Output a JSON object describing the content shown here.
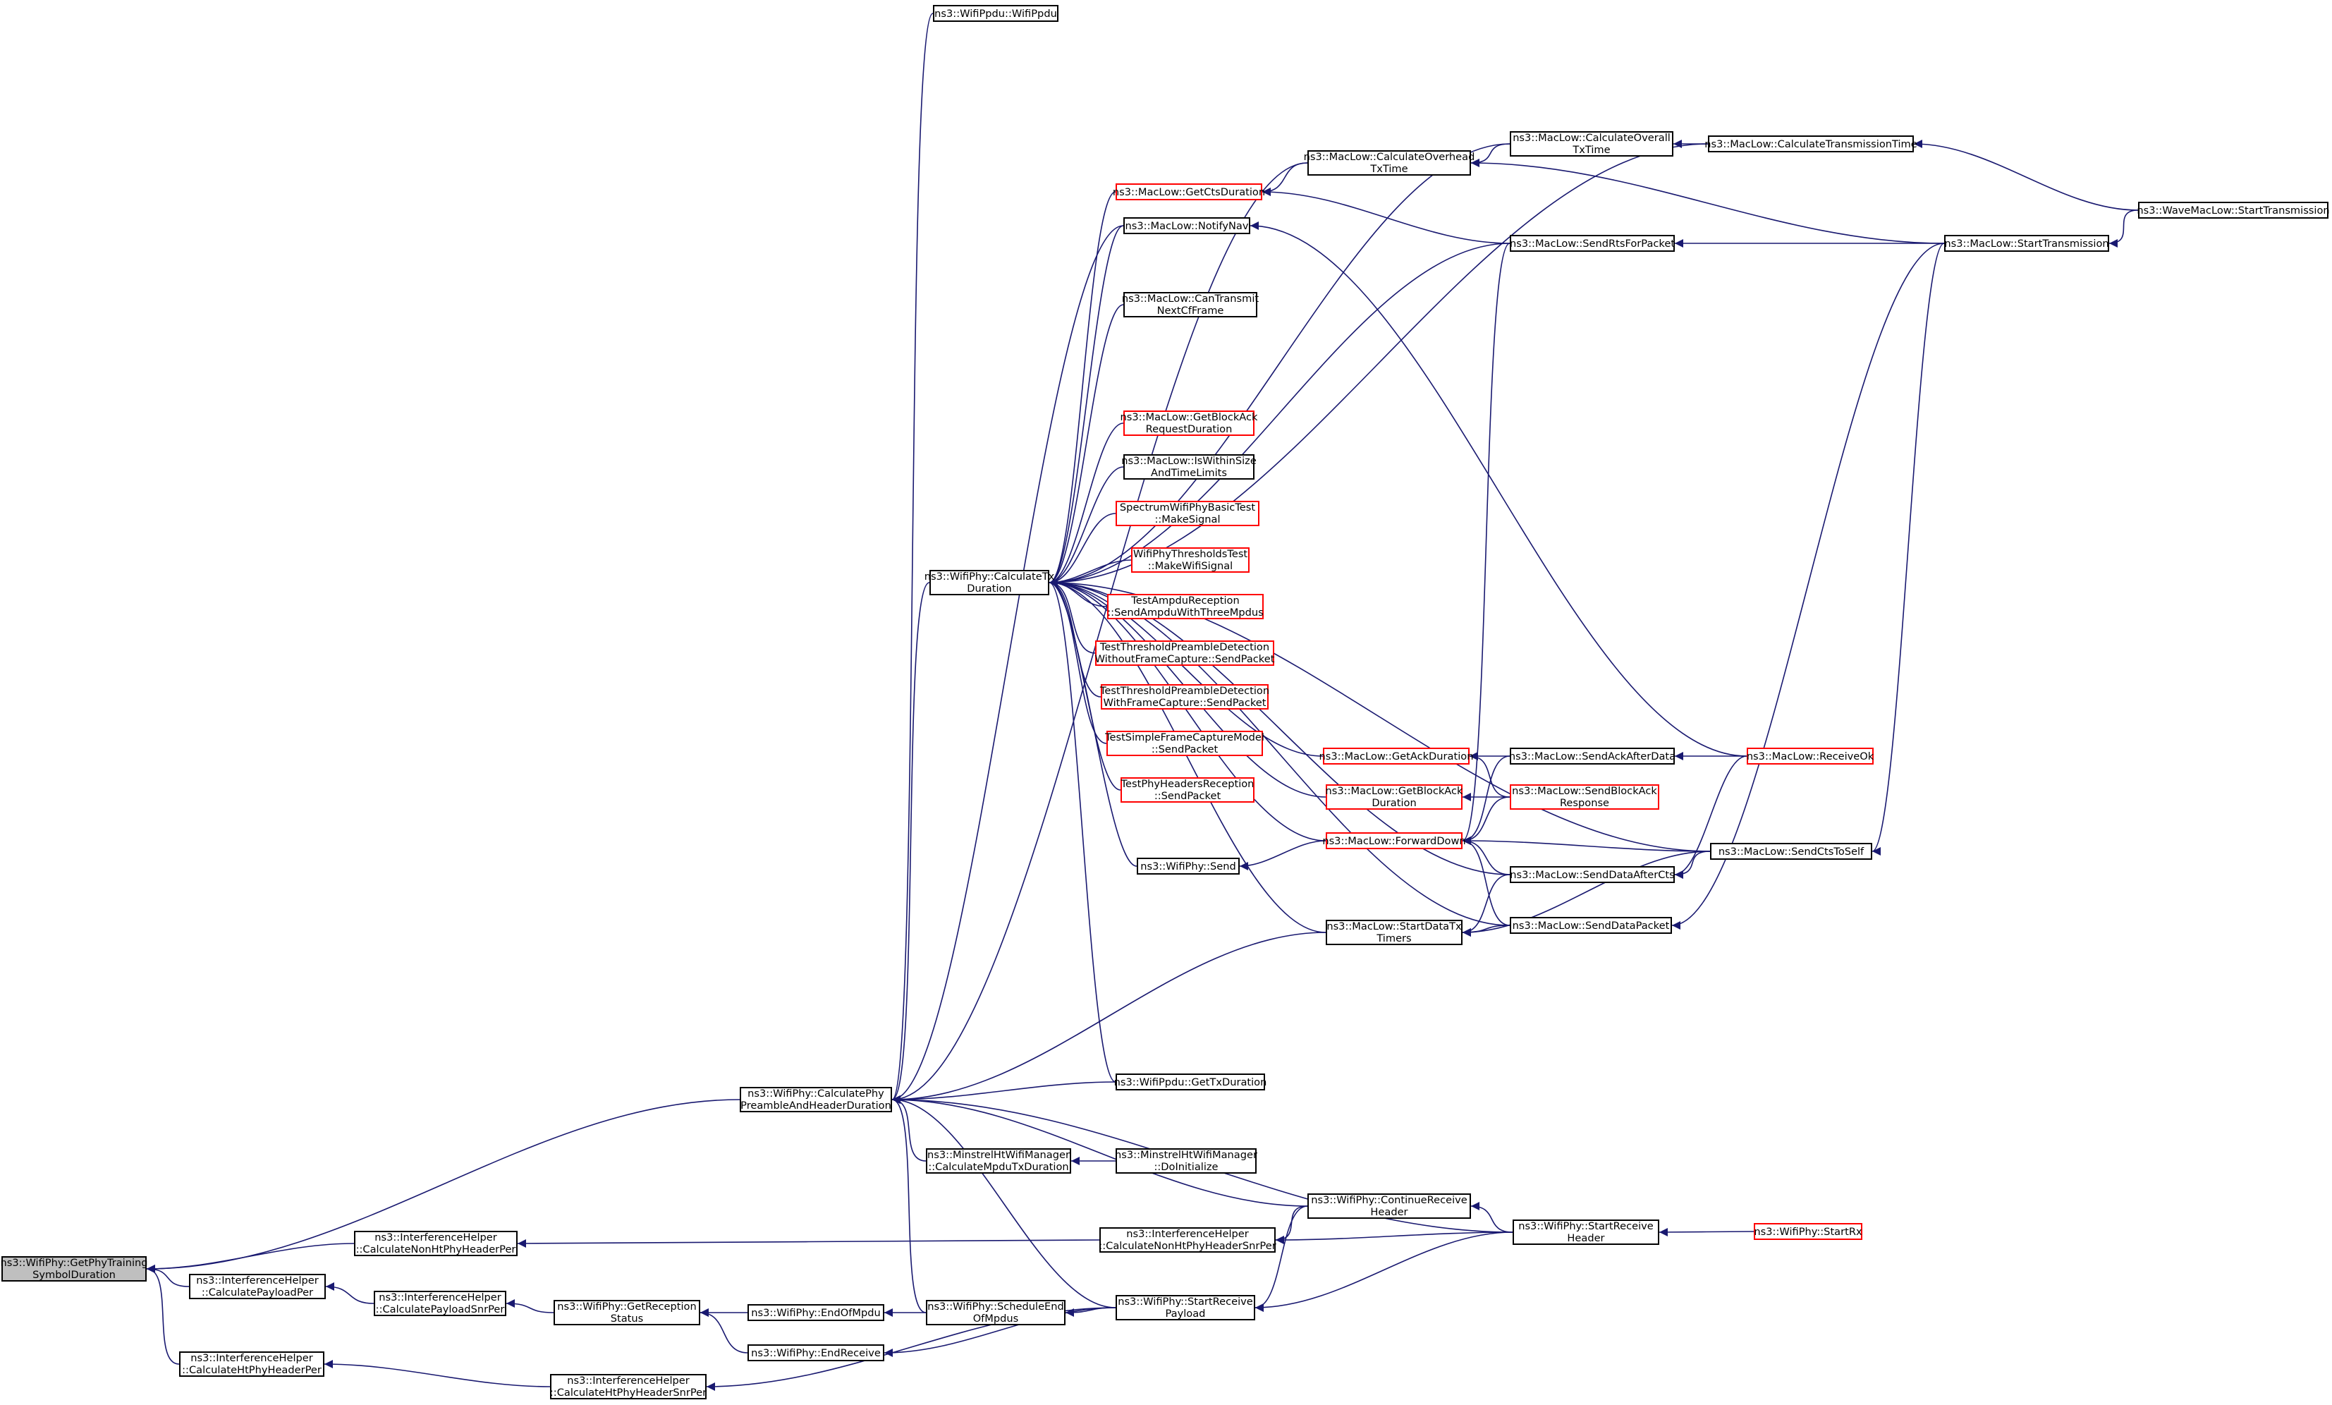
{
  "graph": {
    "colors": {
      "edge": "#191970",
      "border": "#000000",
      "border_truncated": "#ff0000",
      "root_fill": "#bfbfbf"
    },
    "nodes": [
      {
        "id": "n_root",
        "label": "ns3::WifiPhy::GetPhyTraining\nSymbolDuration",
        "style": "root"
      },
      {
        "id": "n_calcPreamble",
        "label": "ns3::WifiPhy::CalculatePhy\nPreambleAndHeaderDuration",
        "style": "normal"
      },
      {
        "id": "n_calcNonHtHeaderPer",
        "label": "ns3::InterferenceHelper\n::CalculateNonHtPhyHeaderPer",
        "style": "normal"
      },
      {
        "id": "n_calcPayloadPer",
        "label": "ns3::InterferenceHelper\n::CalculatePayloadPer",
        "style": "normal"
      },
      {
        "id": "n_calcHtHeaderPer",
        "label": "ns3::InterferenceHelper\n::CalculateHtPhyHeaderPer",
        "style": "normal"
      },
      {
        "id": "n_calcPayloadSnrPer",
        "label": "ns3::InterferenceHelper\n::CalculatePayloadSnrPer",
        "style": "normal"
      },
      {
        "id": "n_calcHtHeaderSnrPer",
        "label": "ns3::InterferenceHelper\n::CalculateHtPhyHeaderSnrPer",
        "style": "normal"
      },
      {
        "id": "n_getReceptionStatus",
        "label": "ns3::WifiPhy::GetReception\nStatus",
        "style": "normal"
      },
      {
        "id": "n_endOfMpdu",
        "label": "ns3::WifiPhy::EndOfMpdu",
        "style": "normal"
      },
      {
        "id": "n_endReceive",
        "label": "ns3::WifiPhy::EndReceive",
        "style": "normal"
      },
      {
        "id": "n_scheduleEndOfMpdus",
        "label": "ns3::WifiPhy::ScheduleEnd\nOfMpdus",
        "style": "normal"
      },
      {
        "id": "n_startReceivePayload",
        "label": "ns3::WifiPhy::StartReceive\nPayload",
        "style": "normal"
      },
      {
        "id": "n_calcNonHtHeaderSnrPer",
        "label": "ns3::InterferenceHelper\n::CalculateNonHtPhyHeaderSnrPer",
        "style": "normal"
      },
      {
        "id": "n_continueReceiveHeader",
        "label": "ns3::WifiPhy::ContinueReceive\nHeader",
        "style": "normal"
      },
      {
        "id": "n_startReceiveHeader",
        "label": "ns3::WifiPhy::StartReceive\nHeader",
        "style": "normal"
      },
      {
        "id": "n_startRx",
        "label": "ns3::WifiPhy::StartRx",
        "style": "truncated"
      },
      {
        "id": "n_calcMpduTx",
        "label": "ns3::MinstrelHtWifiManager\n::CalculateMpduTxDuration",
        "style": "normal"
      },
      {
        "id": "n_doInitialize",
        "label": "ns3::MinstrelHtWifiManager\n::DoInitialize",
        "style": "normal"
      },
      {
        "id": "n_ppduGetTxDuration",
        "label": "ns3::WifiPpdu::GetTxDuration",
        "style": "normal"
      },
      {
        "id": "n_calcTxDuration",
        "label": "ns3::WifiPhy::CalculateTx\nDuration",
        "style": "normal"
      },
      {
        "id": "n_wifiPpdu",
        "label": "ns3::WifiPpdu::WifiPpdu",
        "style": "normal"
      },
      {
        "id": "n_getCtsDuration",
        "label": "ns3::MacLow::GetCtsDuration",
        "style": "truncated"
      },
      {
        "id": "n_notifyNav",
        "label": "ns3::MacLow::NotifyNav",
        "style": "normal"
      },
      {
        "id": "n_canTransmitNextCf",
        "label": "ns3::MacLow::CanTransmit\nNextCfFrame",
        "style": "normal"
      },
      {
        "id": "n_getBlockAckReqDur",
        "label": "ns3::MacLow::GetBlockAck\nRequestDuration",
        "style": "truncated"
      },
      {
        "id": "n_isWithinSize",
        "label": "ns3::MacLow::IsWithinSize\nAndTimeLimits",
        "style": "normal"
      },
      {
        "id": "n_spectrumMakeSignal",
        "label": "SpectrumWifiPhyBasicTest\n::MakeSignal",
        "style": "truncated"
      },
      {
        "id": "n_thresholdsMakeSignal",
        "label": "WifiPhyThresholdsTest\n::MakeWifiSignal",
        "style": "truncated"
      },
      {
        "id": "n_ampduSend",
        "label": "TestAmpduReception\n::SendAmpduWithThreeMpdus",
        "style": "truncated"
      },
      {
        "id": "n_preambleNoCapture",
        "label": "TestThresholdPreambleDetection\nWithoutFrameCapture::SendPacket",
        "style": "truncated"
      },
      {
        "id": "n_preambleCapture",
        "label": "TestThresholdPreambleDetection\nWithFrameCapture::SendPacket",
        "style": "truncated"
      },
      {
        "id": "n_simpleCapture",
        "label": "TestSimpleFrameCaptureModel\n::SendPacket",
        "style": "truncated"
      },
      {
        "id": "n_phyHeadersSend",
        "label": "TestPhyHeadersReception\n::SendPacket",
        "style": "truncated"
      },
      {
        "id": "n_phySend",
        "label": "ns3::WifiPhy::Send",
        "style": "normal"
      },
      {
        "id": "n_calcOverhead",
        "label": "ns3::MacLow::CalculateOverhead\nTxTime",
        "style": "normal"
      },
      {
        "id": "n_calcOverall",
        "label": "ns3::MacLow::CalculateOverall\nTxTime",
        "style": "normal"
      },
      {
        "id": "n_calcTransmissionTime",
        "label": "ns3::MacLow::CalculateTransmissionTime",
        "style": "normal"
      },
      {
        "id": "n_waveStartTx",
        "label": "ns3::WaveMacLow::StartTransmission",
        "style": "normal"
      },
      {
        "id": "n_startTransmission",
        "label": "ns3::MacLow::StartTransmission",
        "style": "normal"
      },
      {
        "id": "n_sendRts",
        "label": "ns3::MacLow::SendRtsForPacket",
        "style": "normal"
      },
      {
        "id": "n_getAckDuration",
        "label": "ns3::MacLow::GetAckDuration",
        "style": "truncated"
      },
      {
        "id": "n_getBlockAckDuration",
        "label": "ns3::MacLow::GetBlockAck\nDuration",
        "style": "truncated"
      },
      {
        "id": "n_forwardDown",
        "label": "ns3::MacLow::ForwardDown",
        "style": "truncated"
      },
      {
        "id": "n_sendAckAfterData",
        "label": "ns3::MacLow::SendAckAfterData",
        "style": "normal"
      },
      {
        "id": "n_sendBlockAckResp",
        "label": "ns3::MacLow::SendBlockAck\nResponse",
        "style": "truncated"
      },
      {
        "id": "n_sendDataAfterCts",
        "label": "ns3::MacLow::SendDataAfterCts",
        "style": "normal"
      },
      {
        "id": "n_sendDataPacket",
        "label": "ns3::MacLow::SendDataPacket",
        "style": "normal"
      },
      {
        "id": "n_startDataTxTimers",
        "label": "ns3::MacLow::StartDataTx\nTimers",
        "style": "normal"
      },
      {
        "id": "n_sendCtsToSelf",
        "label": "ns3::MacLow::SendCtsToSelf",
        "style": "normal"
      },
      {
        "id": "n_receiveOk",
        "label": "ns3::MacLow::ReceiveOk",
        "style": "truncated"
      }
    ],
    "edges": [
      [
        "n_calcPreamble",
        "n_root"
      ],
      [
        "n_calcNonHtHeaderPer",
        "n_root"
      ],
      [
        "n_calcPayloadPer",
        "n_root"
      ],
      [
        "n_calcHtHeaderPer",
        "n_root"
      ],
      [
        "n_calcPayloadSnrPer",
        "n_calcPayloadPer"
      ],
      [
        "n_getReceptionStatus",
        "n_calcPayloadSnrPer"
      ],
      [
        "n_endOfMpdu",
        "n_getReceptionStatus"
      ],
      [
        "n_endReceive",
        "n_getReceptionStatus"
      ],
      [
        "n_scheduleEndOfMpdus",
        "n_endOfMpdu"
      ],
      [
        "n_startReceivePayload",
        "n_endReceive"
      ],
      [
        "n_startReceivePayload",
        "n_scheduleEndOfMpdus"
      ],
      [
        "n_calcHtHeaderSnrPer",
        "n_calcHtHeaderPer"
      ],
      [
        "n_startReceivePayload",
        "n_calcHtHeaderSnrPer"
      ],
      [
        "n_calcNonHtHeaderSnrPer",
        "n_calcNonHtHeaderPer"
      ],
      [
        "n_continueReceiveHeader",
        "n_calcNonHtHeaderSnrPer"
      ],
      [
        "n_startReceiveHeader",
        "n_calcNonHtHeaderSnrPer"
      ],
      [
        "n_startReceiveHeader",
        "n_continueReceiveHeader"
      ],
      [
        "n_continueReceiveHeader",
        "n_startReceivePayload"
      ],
      [
        "n_startReceiveHeader",
        "n_startReceivePayload"
      ],
      [
        "n_startRx",
        "n_startReceiveHeader"
      ],
      [
        "n_doInitialize",
        "n_calcMpduTx"
      ],
      [
        "n_calcMpduTx",
        "n_calcPreamble"
      ],
      [
        "n_ppduGetTxDuration",
        "n_calcPreamble"
      ],
      [
        "n_scheduleEndOfMpdus",
        "n_calcPreamble"
      ],
      [
        "n_startReceivePayload",
        "n_calcPreamble"
      ],
      [
        "n_continueReceiveHeader",
        "n_calcPreamble"
      ],
      [
        "n_startReceiveHeader",
        "n_calcPreamble"
      ],
      [
        "n_startDataTxTimers",
        "n_calcPreamble"
      ],
      [
        "n_calcTxDuration",
        "n_calcPreamble"
      ],
      [
        "n_wifiPpdu",
        "n_calcPreamble"
      ],
      [
        "n_calcOverhead",
        "n_calcPreamble"
      ],
      [
        "n_notifyNav",
        "n_calcPreamble"
      ],
      [
        "n_getCtsDuration",
        "n_calcTxDuration"
      ],
      [
        "n_notifyNav",
        "n_calcTxDuration"
      ],
      [
        "n_canTransmitNextCf",
        "n_calcTxDuration"
      ],
      [
        "n_getBlockAckReqDur",
        "n_calcTxDuration"
      ],
      [
        "n_isWithinSize",
        "n_calcTxDuration"
      ],
      [
        "n_spectrumMakeSignal",
        "n_calcTxDuration"
      ],
      [
        "n_thresholdsMakeSignal",
        "n_calcTxDuration"
      ],
      [
        "n_ampduSend",
        "n_calcTxDuration"
      ],
      [
        "n_preambleNoCapture",
        "n_calcTxDuration"
      ],
      [
        "n_preambleCapture",
        "n_calcTxDuration"
      ],
      [
        "n_simpleCapture",
        "n_calcTxDuration"
      ],
      [
        "n_phyHeadersSend",
        "n_calcTxDuration"
      ],
      [
        "n_phySend",
        "n_calcTxDuration"
      ],
      [
        "n_ppduGetTxDuration",
        "n_calcTxDuration"
      ],
      [
        "n_calcOverall",
        "n_calcTxDuration"
      ],
      [
        "n_calcTransmissionTime",
        "n_calcTxDuration"
      ],
      [
        "n_sendRts",
        "n_calcTxDuration"
      ],
      [
        "n_getAckDuration",
        "n_calcTxDuration"
      ],
      [
        "n_getBlockAckDuration",
        "n_calcTxDuration"
      ],
      [
        "n_forwardDown",
        "n_calcTxDuration"
      ],
      [
        "n_sendDataAfterCts",
        "n_calcTxDuration"
      ],
      [
        "n_startDataTxTimers",
        "n_calcTxDuration"
      ],
      [
        "n_sendDataPacket",
        "n_calcTxDuration"
      ],
      [
        "n_sendCtsToSelf",
        "n_calcTxDuration"
      ],
      [
        "n_forwardDown",
        "n_phySend"
      ],
      [
        "n_calcOverhead",
        "n_getCtsDuration"
      ],
      [
        "n_sendRts",
        "n_getCtsDuration"
      ],
      [
        "n_calcOverall",
        "n_calcOverhead"
      ],
      [
        "n_startTransmission",
        "n_calcOverhead"
      ],
      [
        "n_calcTransmissionTime",
        "n_calcOverall"
      ],
      [
        "n_waveStartTx",
        "n_calcTransmissionTime"
      ],
      [
        "n_startTransmission",
        "n_sendRts"
      ],
      [
        "n_waveStartTx",
        "n_startTransmission"
      ],
      [
        "n_receiveOk",
        "n_notifyNav"
      ],
      [
        "n_sendAckAfterData",
        "n_getAckDuration"
      ],
      [
        "n_sendBlockAckResp",
        "n_getAckDuration"
      ],
      [
        "n_sendBlockAckResp",
        "n_getBlockAckDuration"
      ],
      [
        "n_receiveOk",
        "n_sendAckAfterData"
      ],
      [
        "n_receiveOk",
        "n_sendDataAfterCts"
      ],
      [
        "n_sendRts",
        "n_forwardDown"
      ],
      [
        "n_sendAckAfterData",
        "n_forwardDown"
      ],
      [
        "n_sendBlockAckResp",
        "n_forwardDown"
      ],
      [
        "n_sendDataAfterCts",
        "n_forwardDown"
      ],
      [
        "n_sendDataPacket",
        "n_forwardDown"
      ],
      [
        "n_sendCtsToSelf",
        "n_forwardDown"
      ],
      [
        "n_sendDataAfterCts",
        "n_startDataTxTimers"
      ],
      [
        "n_sendDataPacket",
        "n_startDataTxTimers"
      ],
      [
        "n_sendCtsToSelf",
        "n_startDataTxTimers"
      ],
      [
        "n_sendCtsToSelf",
        "n_sendDataAfterCts"
      ],
      [
        "n_startTransmission",
        "n_sendCtsToSelf"
      ],
      [
        "n_startTransmission",
        "n_sendDataPacket"
      ]
    ]
  }
}
